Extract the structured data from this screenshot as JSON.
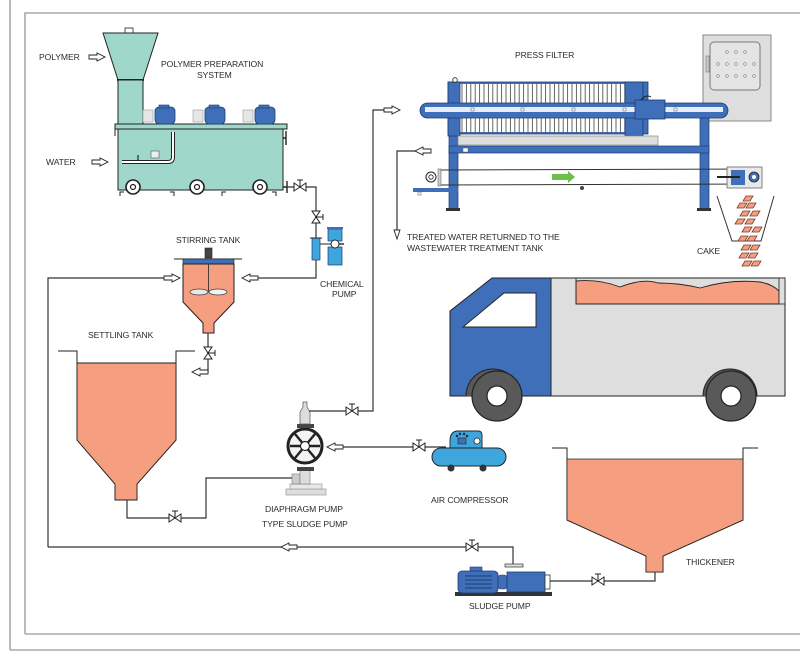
{
  "title": "Sludge dewatering process with filter press",
  "colors": {
    "sludge": "#f59f80",
    "polymer_tank": "#9fd8ca",
    "equipment_blue": "#3e6fb8",
    "light_blue": "#3fa5dd",
    "grey": "#dedede",
    "tyre": "#595959",
    "flow_arrow": "#6cc04a",
    "pipe": "#333333",
    "frame": "#a9a9a9"
  },
  "labels": {
    "polymer": "POLYMER",
    "water": "WATER",
    "polymer_system_line1": "POLYMER PREPARATION",
    "polymer_system_line2": "SYSTEM",
    "stirring_tank": "STIRRING TANK",
    "chemical_pump_line1": "CHEMICAL",
    "chemical_pump_line2": "PUMP",
    "settling_tank": "SETTLING TANK",
    "press_filter": "PRESS FILTER",
    "treated_water_line1": "TREATED WATER RETURNED TO THE",
    "treated_water_line2": "WASTEWATER TREATMENT TANK",
    "cake": "CAKE",
    "diaphragm_pump_line1": "DIAPHRAGM PUMP",
    "diaphragm_pump_line2": "TYPE SLUDGE PUMP",
    "air_compressor": "AIR COMPRESSOR",
    "thickener": "THICKENER",
    "sludge_pump": "SLUDGE PUMP"
  },
  "components": [
    {
      "id": "polymer-preparation-system",
      "icon": "tank-with-mixers"
    },
    {
      "id": "stirring-tank",
      "icon": "conical-tank-with-agitator"
    },
    {
      "id": "chemical-pump",
      "icon": "dosing-pump"
    },
    {
      "id": "settling-tank",
      "icon": "conical-tank"
    },
    {
      "id": "press-filter",
      "icon": "filter-press"
    },
    {
      "id": "truck",
      "icon": "dump-truck"
    },
    {
      "id": "diaphragm-pump",
      "icon": "diaphragm-pump"
    },
    {
      "id": "air-compressor",
      "icon": "air-compressor"
    },
    {
      "id": "thickener",
      "icon": "conical-tank"
    },
    {
      "id": "sludge-pump",
      "icon": "centrifugal-pump"
    }
  ]
}
